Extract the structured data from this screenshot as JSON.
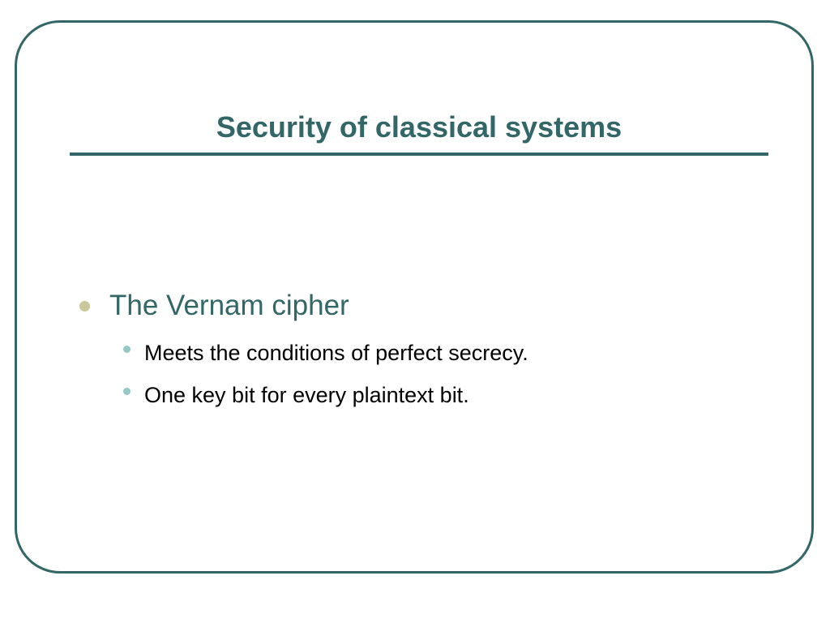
{
  "slide": {
    "title": "Security of classical systems",
    "bullets": [
      {
        "text": "The Vernam cipher",
        "sub": [
          "Meets the conditions of perfect secrecy.",
          "One key bit for every plaintext bit."
        ]
      }
    ]
  },
  "colors": {
    "accent": "#336666",
    "bullet_level1": "#c8c89a",
    "bullet_level2": "#96c8c8",
    "body_text": "#000000",
    "background": "#ffffff"
  }
}
